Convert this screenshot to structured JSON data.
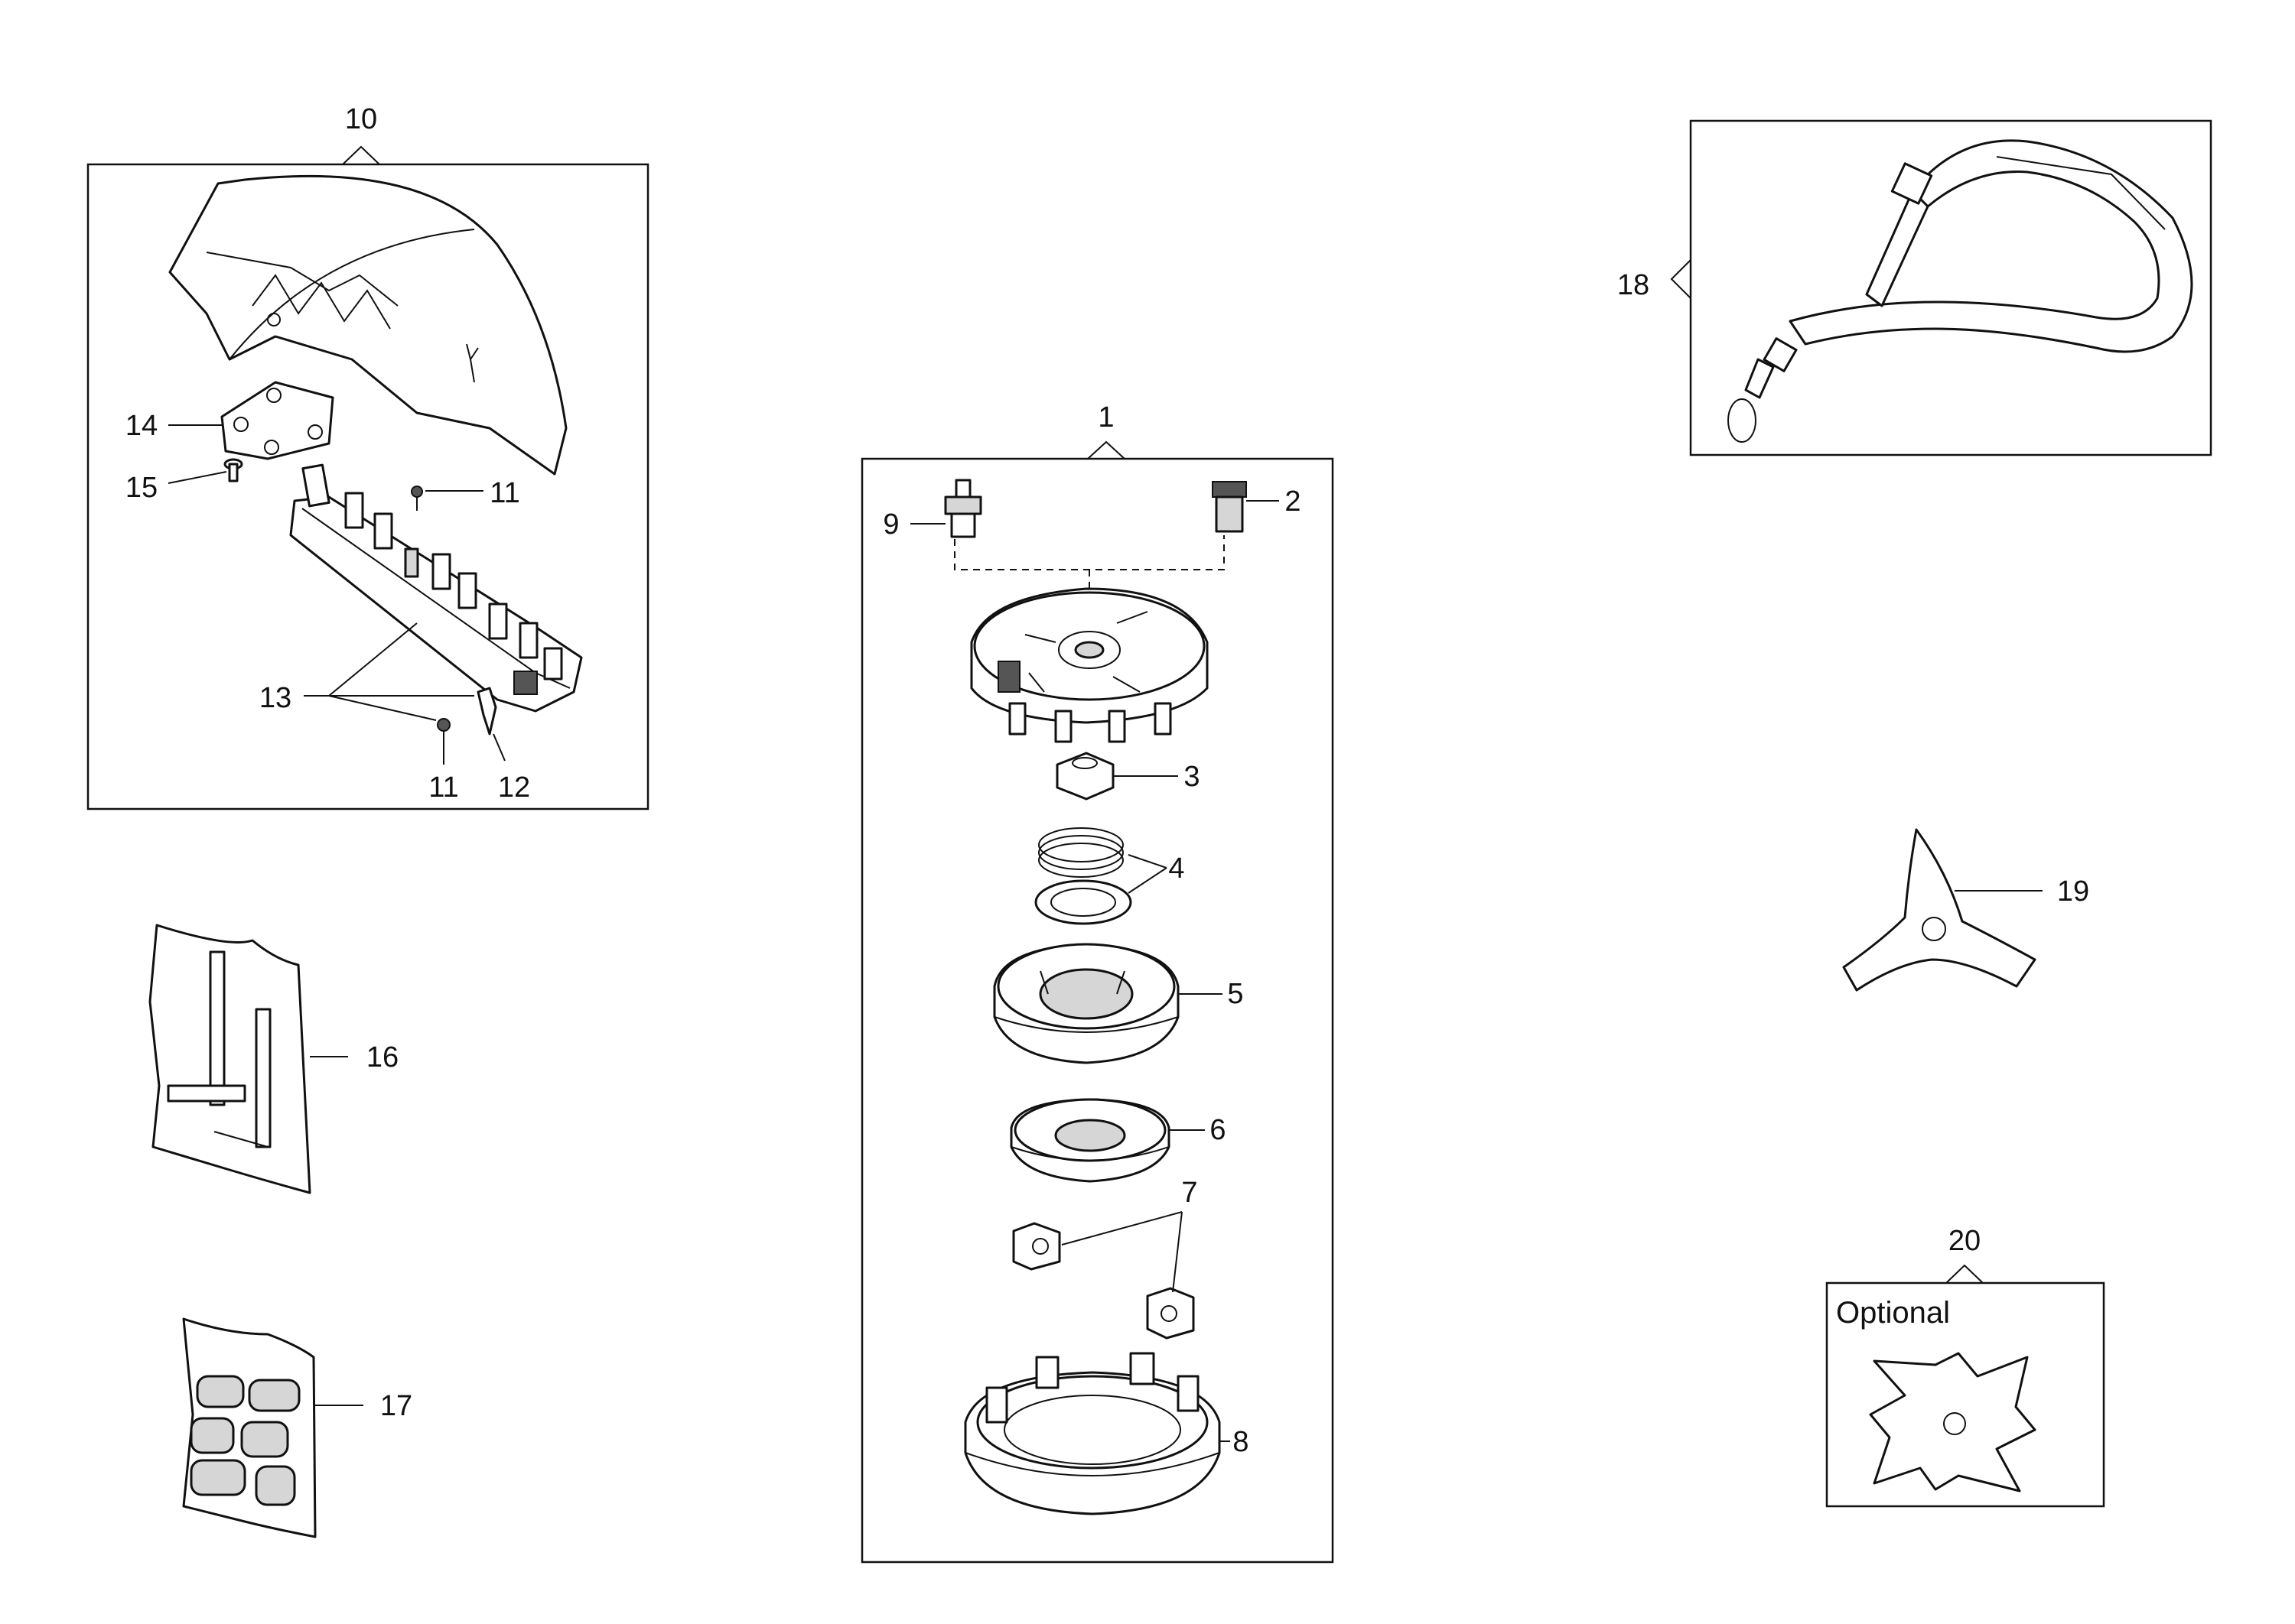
{
  "labels": {
    "l1": "1",
    "l2": "2",
    "l3": "3",
    "l4": "4",
    "l5": "5",
    "l6": "6",
    "l7": "7",
    "l8": "8",
    "l9": "9",
    "l10": "10",
    "l11a": "11",
    "l11b": "11",
    "l12": "12",
    "l13": "13",
    "l14": "14",
    "l15": "15",
    "l16": "16",
    "l17": "17",
    "l18": "18",
    "l19": "19",
    "l20": "20"
  },
  "optional_label": "Optional"
}
